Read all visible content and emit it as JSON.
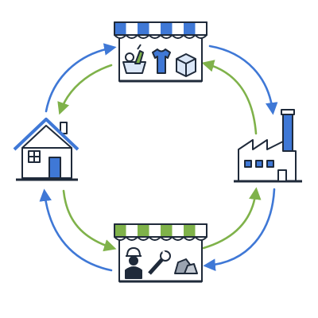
{
  "diagram": {
    "nodes": [
      {
        "id": "goods-market",
        "icon": "goods-market-icon",
        "awning_accent": "#3f78d6",
        "items": [
          "food-basket-icon",
          "t-shirt-icon",
          "box-icon"
        ]
      },
      {
        "id": "firms",
        "icon": "factory-icon",
        "accent": "#3f78d6"
      },
      {
        "id": "factor-market",
        "icon": "factor-market-icon",
        "awning_accent": "#7fb24a",
        "items": [
          "worker-icon",
          "wrench-icon",
          "raw-materials-icon"
        ]
      },
      {
        "id": "households",
        "icon": "house-icon",
        "accent": "#3f78d6"
      }
    ],
    "flows": [
      {
        "from": "households",
        "to": "goods-market",
        "color": "#3f78d6",
        "ring": "outer"
      },
      {
        "from": "goods-market",
        "to": "households",
        "color": "#7fb24a",
        "ring": "inner"
      },
      {
        "from": "goods-market",
        "to": "firms",
        "color": "#3f78d6",
        "ring": "outer"
      },
      {
        "from": "firms",
        "to": "goods-market",
        "color": "#7fb24a",
        "ring": "inner"
      },
      {
        "from": "firms",
        "to": "factor-market",
        "color": "#3f78d6",
        "ring": "outer"
      },
      {
        "from": "factor-market",
        "to": "firms",
        "color": "#7fb24a",
        "ring": "inner"
      },
      {
        "from": "factor-market",
        "to": "households",
        "color": "#3f78d6",
        "ring": "outer"
      },
      {
        "from": "households",
        "to": "factor-market",
        "color": "#7fb24a",
        "ring": "inner"
      }
    ],
    "colors": {
      "money_flow": "#3f78d6",
      "real_flow": "#7fb24a",
      "outline": "#1f2a3a",
      "light_blue_fill": "#dbe7f7"
    }
  }
}
